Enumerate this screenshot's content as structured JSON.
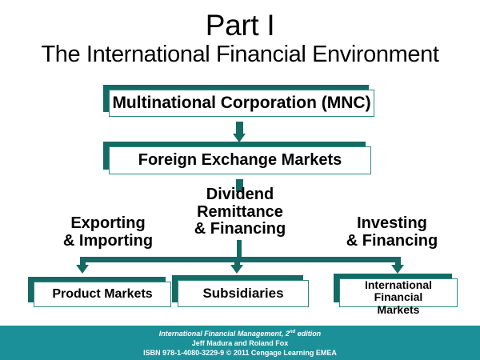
{
  "slide": {
    "title_main": "Part I",
    "title_sub": "The International Financial Environment"
  },
  "diagram": {
    "nodes": {
      "mnc": "Multinational Corporation (MNC)",
      "fx": "Foreign Exchange Markets",
      "product_markets": "Product Markets",
      "subsidiaries": "Subsidiaries",
      "international_financial_markets": "International\nFinancial\nMarkets"
    },
    "labels": {
      "dividend": "Dividend\nRemittance\n& Financing",
      "exporting": "Exporting\n& Importing",
      "investing": "Investing\n& Financing"
    },
    "colors": {
      "teal": "#156B63",
      "footer_teal": "#1C9099",
      "box_border": "#2E8B80",
      "box_fill": "#FFFFFF",
      "text": "#000000"
    }
  },
  "footer": {
    "line1_prefix": "International Financial Management, 2",
    "line1_sup": "nd",
    "line1_suffix": " edition",
    "line2": "Jeff Madura and Roland Fox",
    "line3": "ISBN 978-1-4080-3229-9 © 2011 Cengage Learning EMEA"
  }
}
